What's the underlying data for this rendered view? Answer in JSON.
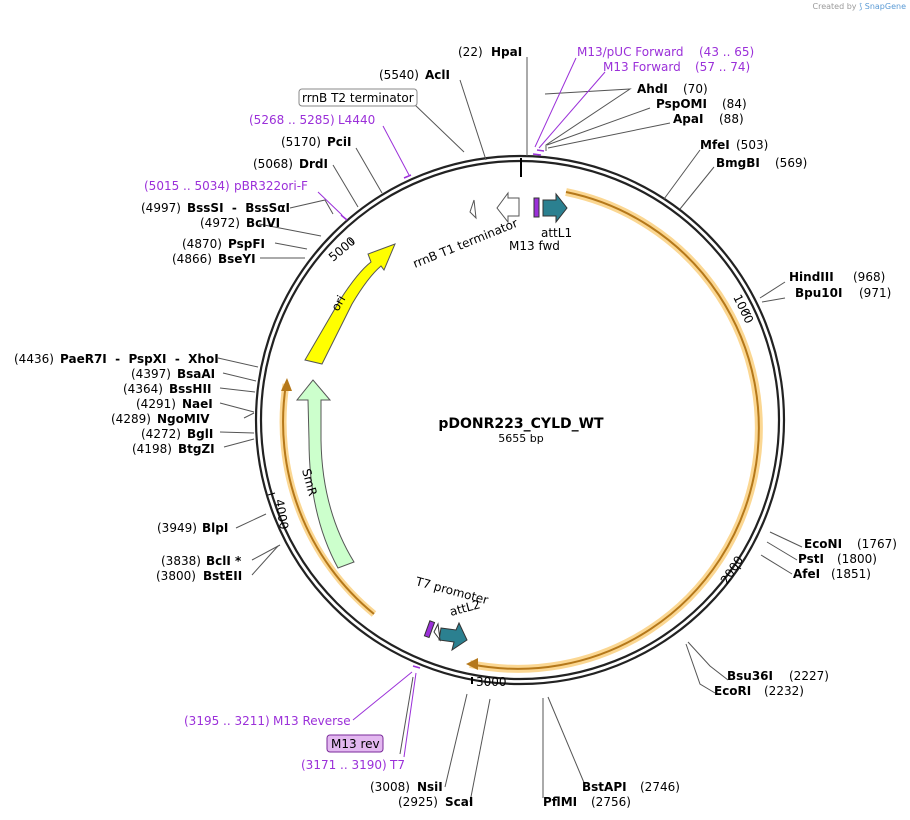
{
  "watermark": {
    "prefix": "Created by",
    "brand": "SnapGene"
  },
  "plasmid": {
    "name": "pDONR223_CYLD_WT",
    "length": "5655 bp"
  },
  "colors": {
    "primer": "#9b30d9",
    "orf": "#f8a825",
    "att": "#2b8090",
    "ori": "#ffff00",
    "smr": "#ccffcc",
    "black": "#000000"
  },
  "ticks": [
    "1000",
    "2000",
    "3000",
    "4000",
    "5000"
  ],
  "enzymes": [
    {
      "pos": "(22)",
      "name": "HpaI"
    },
    {
      "pos": "(70)",
      "name": "AhdI"
    },
    {
      "pos": "(84)",
      "name": "PspOMI"
    },
    {
      "pos": "(88)",
      "name": "ApaI"
    },
    {
      "pos": "(503)",
      "name": "MfeI"
    },
    {
      "pos": "(569)",
      "name": "BmgBI"
    },
    {
      "pos": "(968)",
      "name": "HindIII"
    },
    {
      "pos": "(971)",
      "name": "Bpu10I"
    },
    {
      "pos": "(1767)",
      "name": "EcoNI"
    },
    {
      "pos": "(1800)",
      "name": "PstI"
    },
    {
      "pos": "(1851)",
      "name": "AfeI"
    },
    {
      "pos": "(2227)",
      "name": "Bsu36I"
    },
    {
      "pos": "(2232)",
      "name": "EcoRI"
    },
    {
      "pos": "(2746)",
      "name": "BstAPI"
    },
    {
      "pos": "(2756)",
      "name": "PflMI"
    },
    {
      "pos": "(2925)",
      "name": "ScaI"
    },
    {
      "pos": "(3008)",
      "name": "NsiI"
    },
    {
      "pos": "(3800)",
      "name": "BstEII"
    },
    {
      "pos": "(3838)",
      "name": "BclI *"
    },
    {
      "pos": "(3949)",
      "name": "BlpI"
    },
    {
      "pos": "(4198)",
      "name": "BtgZI"
    },
    {
      "pos": "(4272)",
      "name": "BglI"
    },
    {
      "pos": "(4289)",
      "name": "NgoMIV"
    },
    {
      "pos": "(4291)",
      "name": "NaeI"
    },
    {
      "pos": "(4364)",
      "name": "BssHII"
    },
    {
      "pos": "(4397)",
      "name": "BsaAI"
    },
    {
      "pos": "(4436)",
      "name": "PaeR7I  -  PspXI  -  XhoI"
    },
    {
      "pos": "(4866)",
      "name": "BseYI"
    },
    {
      "pos": "(4870)",
      "name": "PspFI"
    },
    {
      "pos": "(4972)",
      "name": "BclVI"
    },
    {
      "pos": "(4997)",
      "name": "BssSI  -  BssSαI"
    },
    {
      "pos": "(5068)",
      "name": "DrdI"
    },
    {
      "pos": "(5170)",
      "name": "PciI"
    },
    {
      "pos": "(5540)",
      "name": "AclI"
    }
  ],
  "primers": [
    {
      "name": "M13/pUC Forward",
      "range": "(43 .. 65)"
    },
    {
      "name": "M13 Forward",
      "range": "(57 .. 74)"
    },
    {
      "name": "L4440",
      "range": "(5268 .. 5285)"
    },
    {
      "name": "pBR322ori-F",
      "range": "(5015 .. 5034)"
    },
    {
      "name": "M13 Reverse",
      "range": "(3195 .. 3211)"
    },
    {
      "name": "T7",
      "range": "(3171 .. 3190)"
    }
  ],
  "features": {
    "rrnb_t2": "rrnB T2 terminator",
    "rrnb_t1": "rrnB T1 terminator",
    "attl1": "attL1",
    "m13fwd": "M13 fwd",
    "ori": "ori",
    "smr": "SmR",
    "t7_promoter": "T7 promoter",
    "attl2": "attL2",
    "m13rev": "M13 rev"
  }
}
